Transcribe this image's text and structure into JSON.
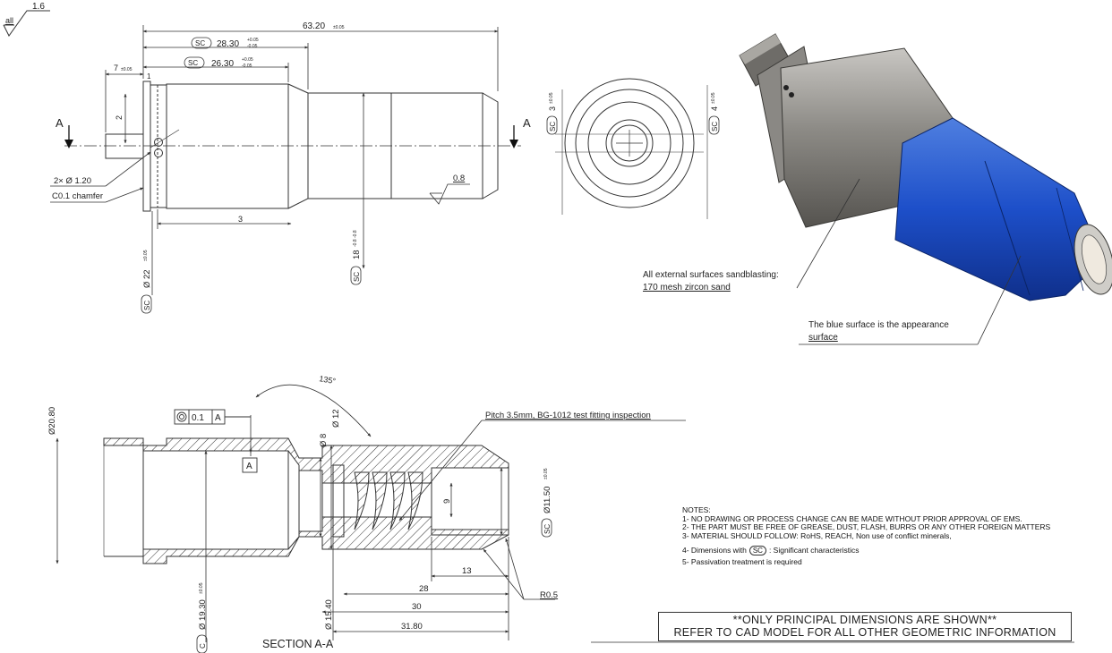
{
  "roughness": {
    "prefix": "all",
    "value": "1.6"
  },
  "top_view": {
    "dims": {
      "overall": "63.20",
      "overall_tol": "±0.05",
      "sc1": "28.30",
      "sc1_tol_upper": "+0.05",
      "sc1_tol_lower": "-0.05",
      "sc2": "26.30",
      "sc2_tol_upper": "+0.05",
      "sc2_tol_lower": "-0.05",
      "flange": "7",
      "flange_tol": "±0.05",
      "small_1": "1",
      "height_2": "2",
      "len_3": "3",
      "holes": "2× Ø 1.20",
      "chamfer": "C0.1 chamfer",
      "rough_08": "0.8",
      "dia22": "Ø 22",
      "dia22_tol": "±0.05",
      "dia18": "18",
      "dia18_tol": "-0.8 -0.8",
      "sc_label": "SC",
      "section_letter": "A"
    }
  },
  "end_view": {
    "sc3": "3",
    "sc3_tol": "±0.05",
    "sc4": "4",
    "sc4_tol": "±0.05",
    "sc_label": "SC"
  },
  "model_notes": {
    "sandblast_line1": "All external surfaces sandblasting:",
    "sandblast_line2": "170 mesh zircon sand",
    "blue_line1": "The blue surface is the appearance",
    "blue_line2": "surface"
  },
  "section": {
    "title": "SECTION A-A",
    "angle": "135°",
    "pitch": "Pitch 3.5mm, BG-1012 test fitting inspection",
    "gdt_value": "0.1",
    "gdt_datum": "A",
    "datum_box": "A",
    "d2080": "Ø20.80",
    "d12": "Ø 12",
    "d8": "Ø 8",
    "d1150": "Ø11.50",
    "d1150_tol": "±0.05",
    "d1540": "Ø 15.40",
    "d1930": "Ø 19.30",
    "d1930_tol": "±0.05",
    "nine": "9",
    "l13": "13",
    "l28": "28",
    "l30": "30",
    "l3180": "31.80",
    "r05": "R0.5",
    "sc_label": "SC",
    "sc_partial": "C"
  },
  "notes": {
    "heading": "NOTES:",
    "n1": "1- NO DRAWING OR PROCESS CHANGE CAN BE MADE WITHOUT PRIOR APPROVAL OF EMS.",
    "n2": "2- THE PART MUST BE FREE OF GREASE, DUST, FLASH, BURRS OR ANY OTHER FOREIGN MATTERS",
    "n3": "3- MATERIAL SHOULD FOLLOW: RoHS, REACH, Non use of conflict minerals,",
    "n4_pre": "4- Dimensions with",
    "n4_sc": "SC",
    "n4_post": ": Significant characteristics",
    "n5": "5- Passivation treatment is required"
  },
  "footer": {
    "line1": "**ONLY PRINCIPAL DIMENSIONS ARE SHOWN**",
    "line2": "REFER TO CAD MODEL FOR ALL OTHER GEOMETRIC INFORMATION"
  }
}
